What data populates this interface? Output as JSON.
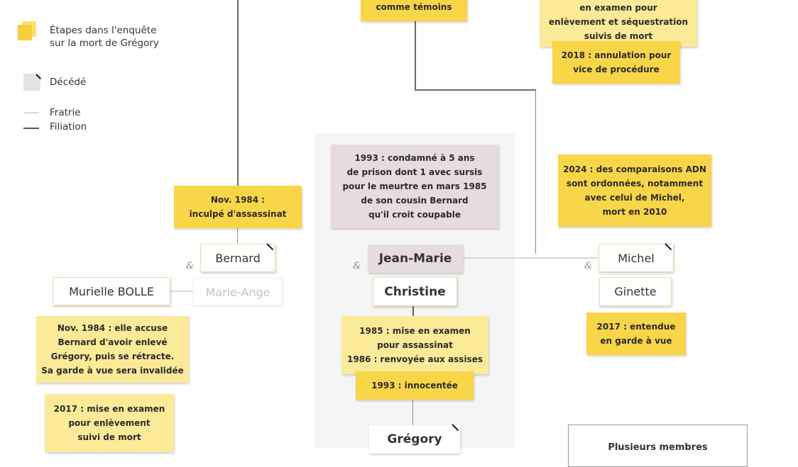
{
  "legend": {
    "steps_label": "Étapes dans l'enquête\nsur la mort de Grégory",
    "deceased_label": "Décédé",
    "fratrie_label": "Fratrie",
    "filiation_label": "Filiation",
    "colors": {
      "step_yellow": "#f9d548",
      "step_pale": "#fbeb98",
      "fratrie": "#cfdbe3",
      "filiation": "#6a6a6a",
      "deceased_box": "#e4e4e4"
    }
  },
  "notes": {
    "temoins": "comme témoins",
    "enlevement_top": "en examen pour\nenlèvement et séquestration\nsuivis de mort",
    "annulation": "2018 : annulation pour\nvice de procédure",
    "bernard_inculpe": "Nov. 1984 :\ninculpé d'assassinat",
    "jean_marie_condamne": "1993 : condamné à 5 ans\nde prison dont 1 avec sursis\npour le meurtre en mars 1985\nde  son cousin Bernard\nqu'il croit coupable",
    "adn_2024": "2024 : des comparaisons ADN\nsont ordonnées, notamment\navec celui de Michel,\nmort en 2010",
    "murielle_accuse": "Nov. 1984 : elle accuse\nBernard d'avoir enlevé\nGrégory, puis se rétracte.\nSa garde à vue sera invalidée",
    "murielle_2017": "2017 : mise en examen\npour enlèvement\nsuivi de mort",
    "christine_1985": "1985 : mise en examen\npour assassinat\n1986 : renvoyée aux assises",
    "christine_1993": "1993 : innocentée",
    "ginette_2017": "2017 : entendue\nen garde à vue"
  },
  "people": {
    "bernard": {
      "name": "Bernard",
      "deceased": true
    },
    "marie_ange": {
      "name": "Marie-Ange"
    },
    "murielle": {
      "name": "Murielle BOLLE"
    },
    "jean_marie": {
      "name": "Jean-Marie"
    },
    "christine": {
      "name": "Christine"
    },
    "michel": {
      "name": "Michel",
      "deceased": true
    },
    "ginette": {
      "name": "Ginette"
    },
    "gregory": {
      "name": "Grégory",
      "deceased": true
    }
  },
  "couple_symbol": "&",
  "info_box": {
    "text": "Plusieurs membres"
  }
}
